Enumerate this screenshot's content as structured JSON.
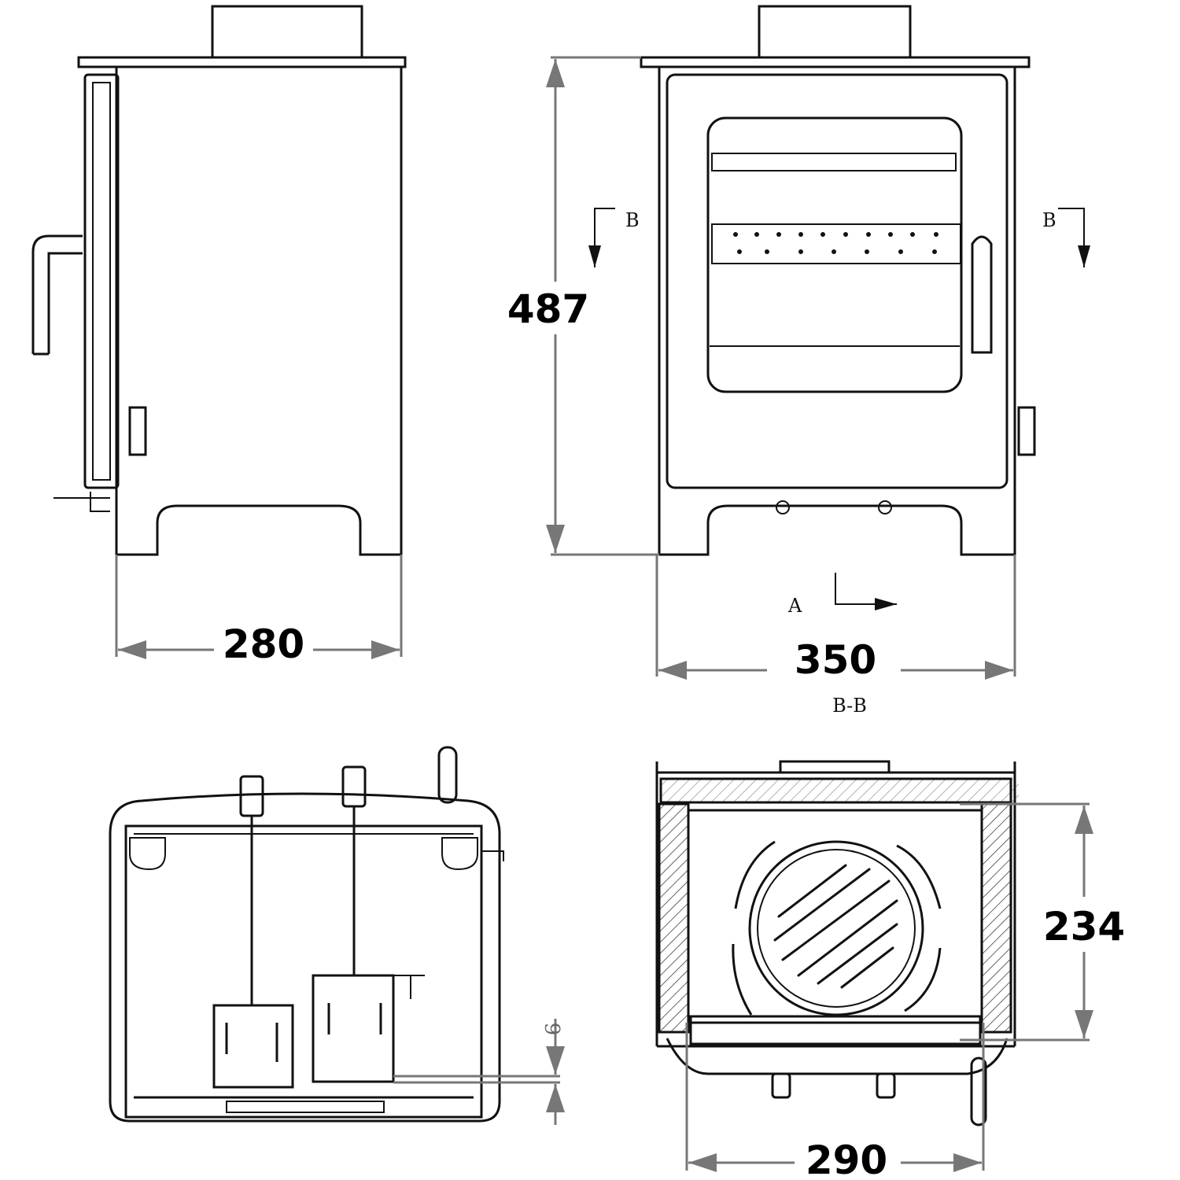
{
  "side_view": {
    "width_dim": "280"
  },
  "front_view": {
    "height_dim": "487",
    "width_dim": "350",
    "section_b_left": "B",
    "section_b_right": "B",
    "section_a": "A"
  },
  "section_view": {
    "title": "B-B",
    "depth_dim": "234",
    "width_dim": "290"
  },
  "top_view": {
    "gap_dim": "6"
  },
  "colors": {
    "line": "#111111",
    "dimension": "#777777"
  }
}
